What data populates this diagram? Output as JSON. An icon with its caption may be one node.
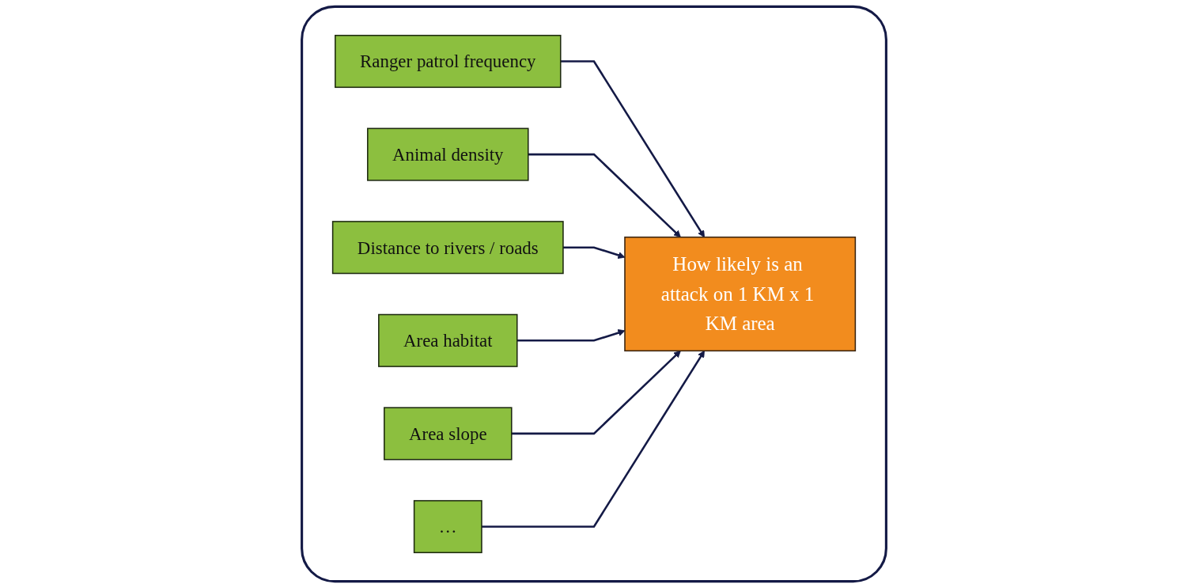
{
  "diagram": {
    "nodes": [
      {
        "text": [],
        "shape": "box"
      },
      {
        "text": [
          "Ranger patrol frequency"
        ],
        "in": 0
      },
      {
        "text": [
          "Animal density"
        ],
        "in": 0
      },
      {
        "text": [
          "Distance to rivers / roads"
        ],
        "in": 0
      },
      {
        "text": [
          "How likely is an attack on 1 KM x 1 KM area"
        ],
        "in": 0
      },
      {
        "text": [
          "Area habitat"
        ],
        "in": 0
      },
      {
        "text": [
          "Area slope"
        ],
        "in": 0
      },
      {
        "text": [
          "…"
        ],
        "in": 0
      }
    ],
    "edges": [
      {
        "from": 1,
        "to": 4,
        "arrow": "to"
      },
      {
        "from": 2,
        "to": 4,
        "arrow": "to"
      },
      {
        "from": 3,
        "to": 4,
        "arrow": "to"
      },
      {
        "from": 5,
        "to": 4,
        "arrow": "to"
      },
      {
        "from": 6,
        "to": 4,
        "arrow": "to"
      },
      {
        "from": 7,
        "to": 4,
        "arrow": "to"
      }
    ]
  }
}
